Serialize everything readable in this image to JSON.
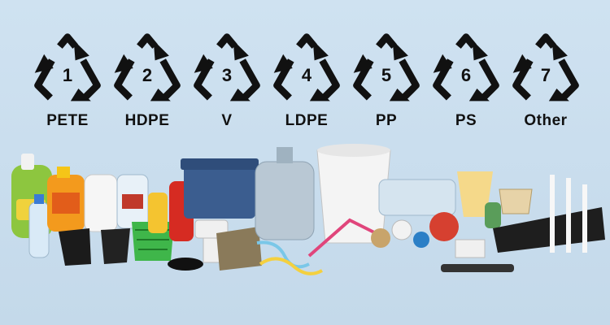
{
  "recycling_codes": [
    {
      "number": "1",
      "label": "PETE"
    },
    {
      "number": "2",
      "label": "HDPE"
    },
    {
      "number": "3",
      "label": "V"
    },
    {
      "number": "4",
      "label": "LDPE"
    },
    {
      "number": "5",
      "label": "PP"
    },
    {
      "number": "6",
      "label": "PS"
    },
    {
      "number": "7",
      "label": "Other"
    }
  ],
  "colors": {
    "background": "#c7dced",
    "symbol": "#111111"
  },
  "icons": [
    "recycle-triangle-icon"
  ]
}
